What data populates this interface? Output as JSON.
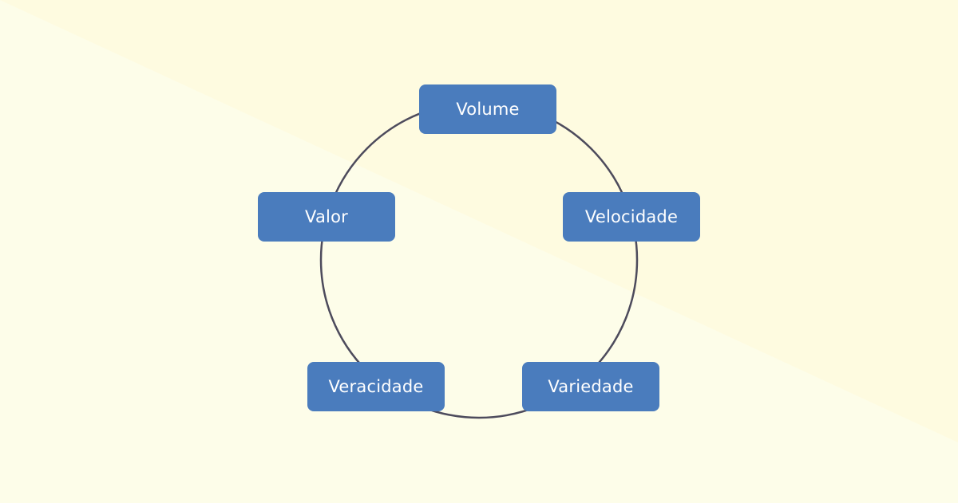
{
  "diagram": {
    "nodes": [
      {
        "id": "volume",
        "label": "Volume"
      },
      {
        "id": "velocidade",
        "label": "Velocidade"
      },
      {
        "id": "variedade",
        "label": "Variedade"
      },
      {
        "id": "veracidade",
        "label": "Veracidade"
      },
      {
        "id": "valor",
        "label": "Valor"
      }
    ]
  },
  "colors": {
    "background": "#fdfde9",
    "background_accent": "#fefbe0",
    "node_fill": "#4a7cbd",
    "node_text": "#ffffff",
    "ring_stroke": "#4d4b5c"
  }
}
